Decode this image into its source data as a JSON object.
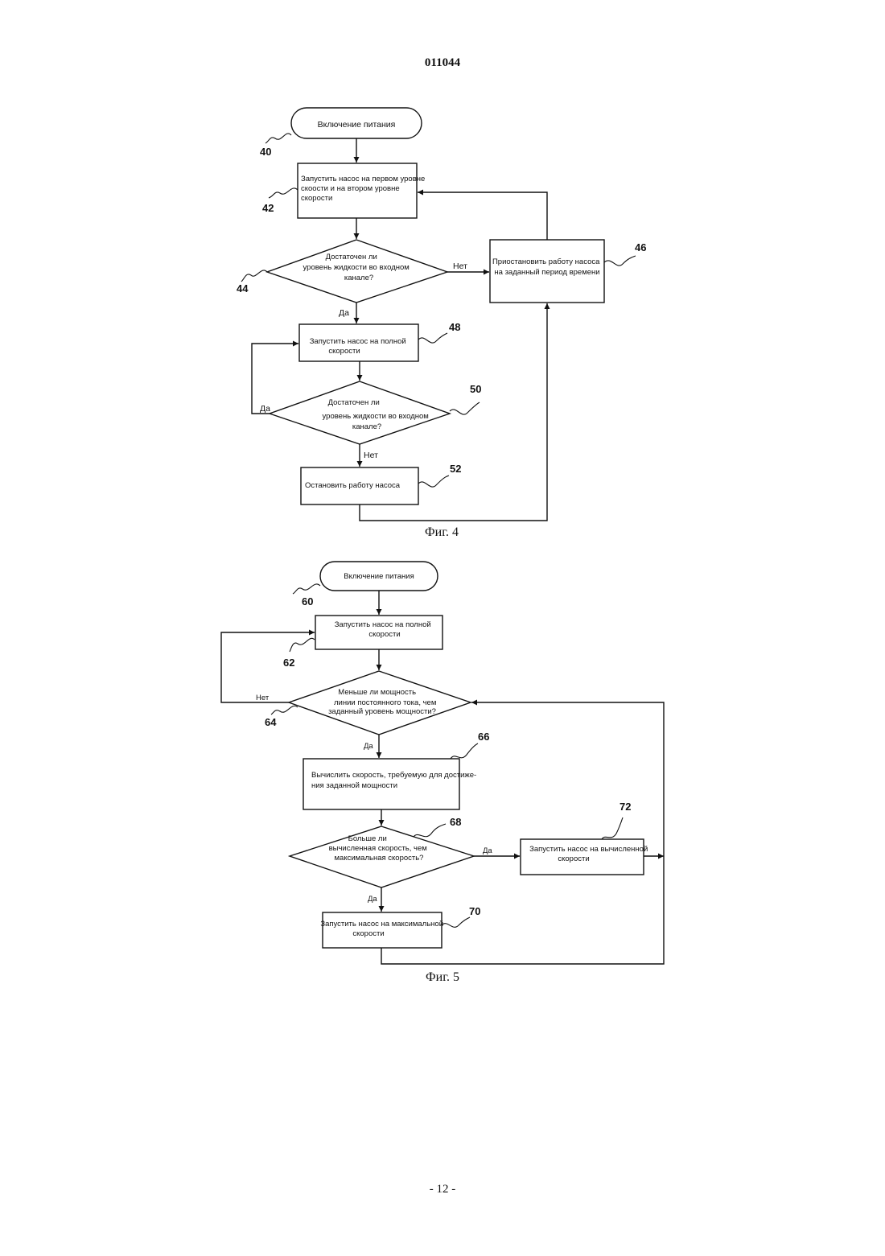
{
  "header": {
    "doc_number": "011044"
  },
  "footer": {
    "page": "- 12 -"
  },
  "fig4": {
    "caption": "Фиг. 4",
    "nodes": {
      "n40": {
        "ref": "40",
        "lines": [
          "Включение  питания"
        ]
      },
      "n42": {
        "ref": "42",
        "lines": [
          "Запустить насос на первом уровне",
          "скоости и на втором уровне",
          "скорости"
        ]
      },
      "n44": {
        "ref": "44",
        "lines": [
          "Достаточен ли",
          "уровень жидкости во  входном",
          "канале?"
        ]
      },
      "n46": {
        "ref": "46",
        "lines": [
          "Приостановить работу насоса",
          "на заданный период времени"
        ]
      },
      "n48": {
        "ref": "48",
        "lines": [
          "Запустить насос на полной",
          "скорости"
        ]
      },
      "n50": {
        "ref": "50",
        "lines": [
          "Достаточен  ли",
          "уровень  жидкости во  входном",
          "канале?"
        ]
      },
      "n52": {
        "ref": "52",
        "lines": [
          "Остановить  работу насоса"
        ]
      }
    },
    "labels": {
      "no_44": "Нет",
      "yes_44": "Да",
      "yes_50": "Да",
      "no_50": "Нет"
    }
  },
  "fig5": {
    "caption": "Фиг. 5",
    "nodes": {
      "n60": {
        "ref": "60",
        "lines": [
          "Включение  питания"
        ]
      },
      "n62": {
        "ref": "62",
        "lines": [
          "Запустить насос на полной",
          "скорости"
        ]
      },
      "n64": {
        "ref": "64",
        "lines": [
          "Меньше ли мощность",
          "линии постоянного тока, чем",
          "заданный уровень мощности?"
        ]
      },
      "n66": {
        "ref": "66",
        "lines": [
          "Вычислить скорость, требуемую для достиже-",
          "ния заданной  мощности"
        ]
      },
      "n68": {
        "ref": "68",
        "lines": [
          "Больше ли",
          "вычисленная скорость, чем",
          "максимальная скорость?"
        ]
      },
      "n70": {
        "ref": "70",
        "lines": [
          "Запустить насос на максимальной",
          "скорости"
        ]
      },
      "n72": {
        "ref": "72",
        "lines": [
          "Запустить  насос на вычисленной",
          "скорости"
        ]
      }
    },
    "labels": {
      "no_64": "Нет",
      "yes_64": "Да",
      "yes_68_right": "Да",
      "yes_68_down": "Да"
    }
  }
}
